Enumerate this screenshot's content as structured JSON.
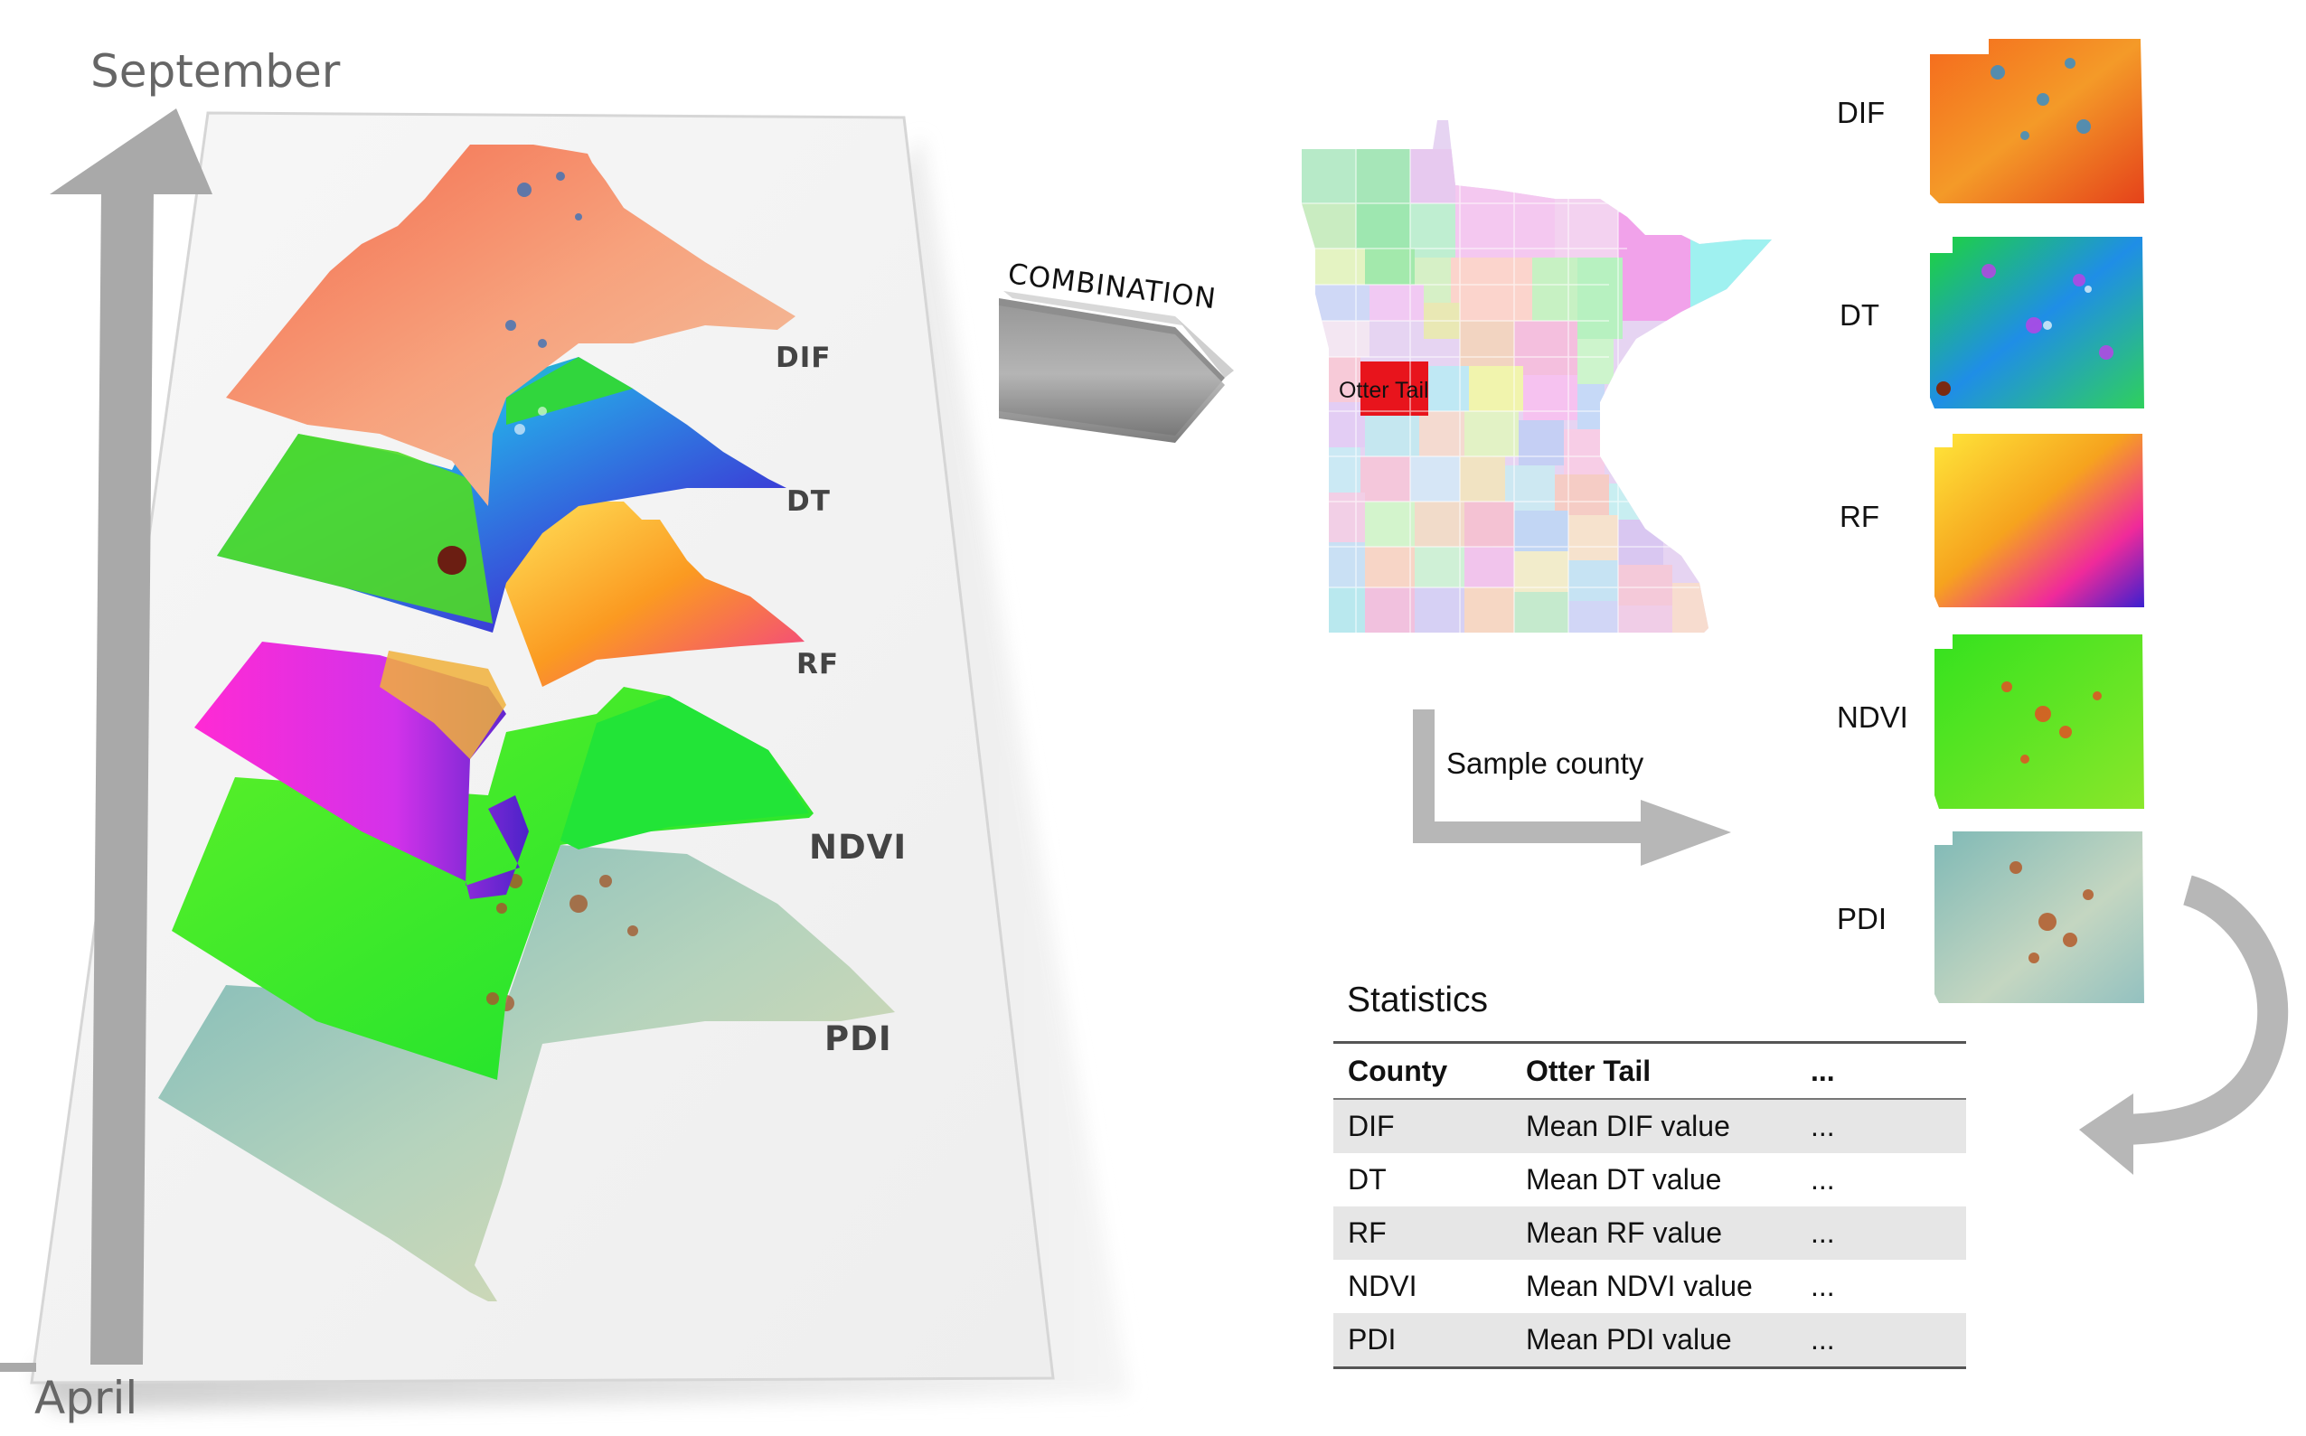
{
  "axis": {
    "top_label": "September",
    "bottom_label": "April"
  },
  "stack_layers": [
    "DIF",
    "DT",
    "RF",
    "NDVI",
    "PDI"
  ],
  "combination_label": "COMBINATION",
  "map": {
    "highlight_county": "Otter Tail"
  },
  "sample_label": "Sample county",
  "thumbnails": [
    "DIF",
    "DT",
    "RF",
    "NDVI",
    "PDI"
  ],
  "statistics": {
    "title": "Statistics",
    "headers": [
      "County",
      "Otter Tail",
      "..."
    ],
    "rows": [
      [
        "DIF",
        "Mean DIF value",
        "..."
      ],
      [
        "DT",
        "Mean DT value",
        "..."
      ],
      [
        "RF",
        "Mean RF value",
        "..."
      ],
      [
        "NDVI",
        "Mean NDVI value",
        "..."
      ],
      [
        "PDI",
        "Mean PDI value",
        "..."
      ]
    ]
  },
  "colors": {
    "highlight": "#e8141c",
    "arrow_gray": "#b7b7b7",
    "table_stripe": "#e6e6e6"
  }
}
